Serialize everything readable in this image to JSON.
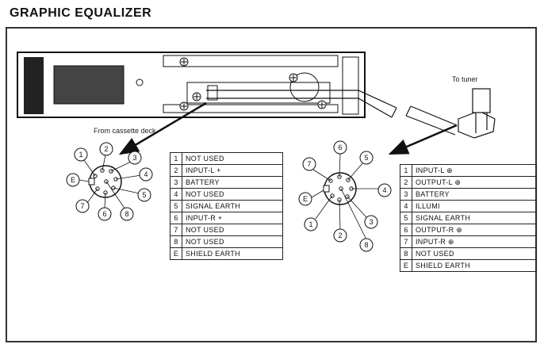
{
  "title": "GRAPHIC EQUALIZER",
  "captions": {
    "cassette": "From cassette deck",
    "tuner": "To tuner"
  },
  "left_connector": {
    "pins": [
      "1",
      "2",
      "3",
      "4",
      "5",
      "6",
      "7",
      "8",
      "E"
    ]
  },
  "right_connector": {
    "pins": [
      "1",
      "2",
      "3",
      "4",
      "5",
      "6",
      "7",
      "8",
      "E"
    ]
  },
  "left_table": [
    {
      "pin": "1",
      "function": "NOT USED"
    },
    {
      "pin": "2",
      "function": "INPUT-L +"
    },
    {
      "pin": "3",
      "function": "BATTERY"
    },
    {
      "pin": "4",
      "function": "NOT USED"
    },
    {
      "pin": "5",
      "function": "SIGNAL EARTH"
    },
    {
      "pin": "6",
      "function": "INPUT-R +"
    },
    {
      "pin": "7",
      "function": "NOT USED"
    },
    {
      "pin": "8",
      "function": "NOT USED"
    },
    {
      "pin": "E",
      "function": "SHIELD EARTH"
    }
  ],
  "right_table": [
    {
      "pin": "1",
      "function": "INPUT-L ⊕"
    },
    {
      "pin": "2",
      "function": "OUTPUT-L ⊕"
    },
    {
      "pin": "3",
      "function": "BATTERY"
    },
    {
      "pin": "4",
      "function": "ILLUMI"
    },
    {
      "pin": "5",
      "function": "SIGNAL EARTH"
    },
    {
      "pin": "6",
      "function": "OUTPUT-R ⊕"
    },
    {
      "pin": "7",
      "function": "INPUT-R ⊕"
    },
    {
      "pin": "8",
      "function": "NOT USED"
    },
    {
      "pin": "E",
      "function": "SHIELD EARTH"
    }
  ]
}
